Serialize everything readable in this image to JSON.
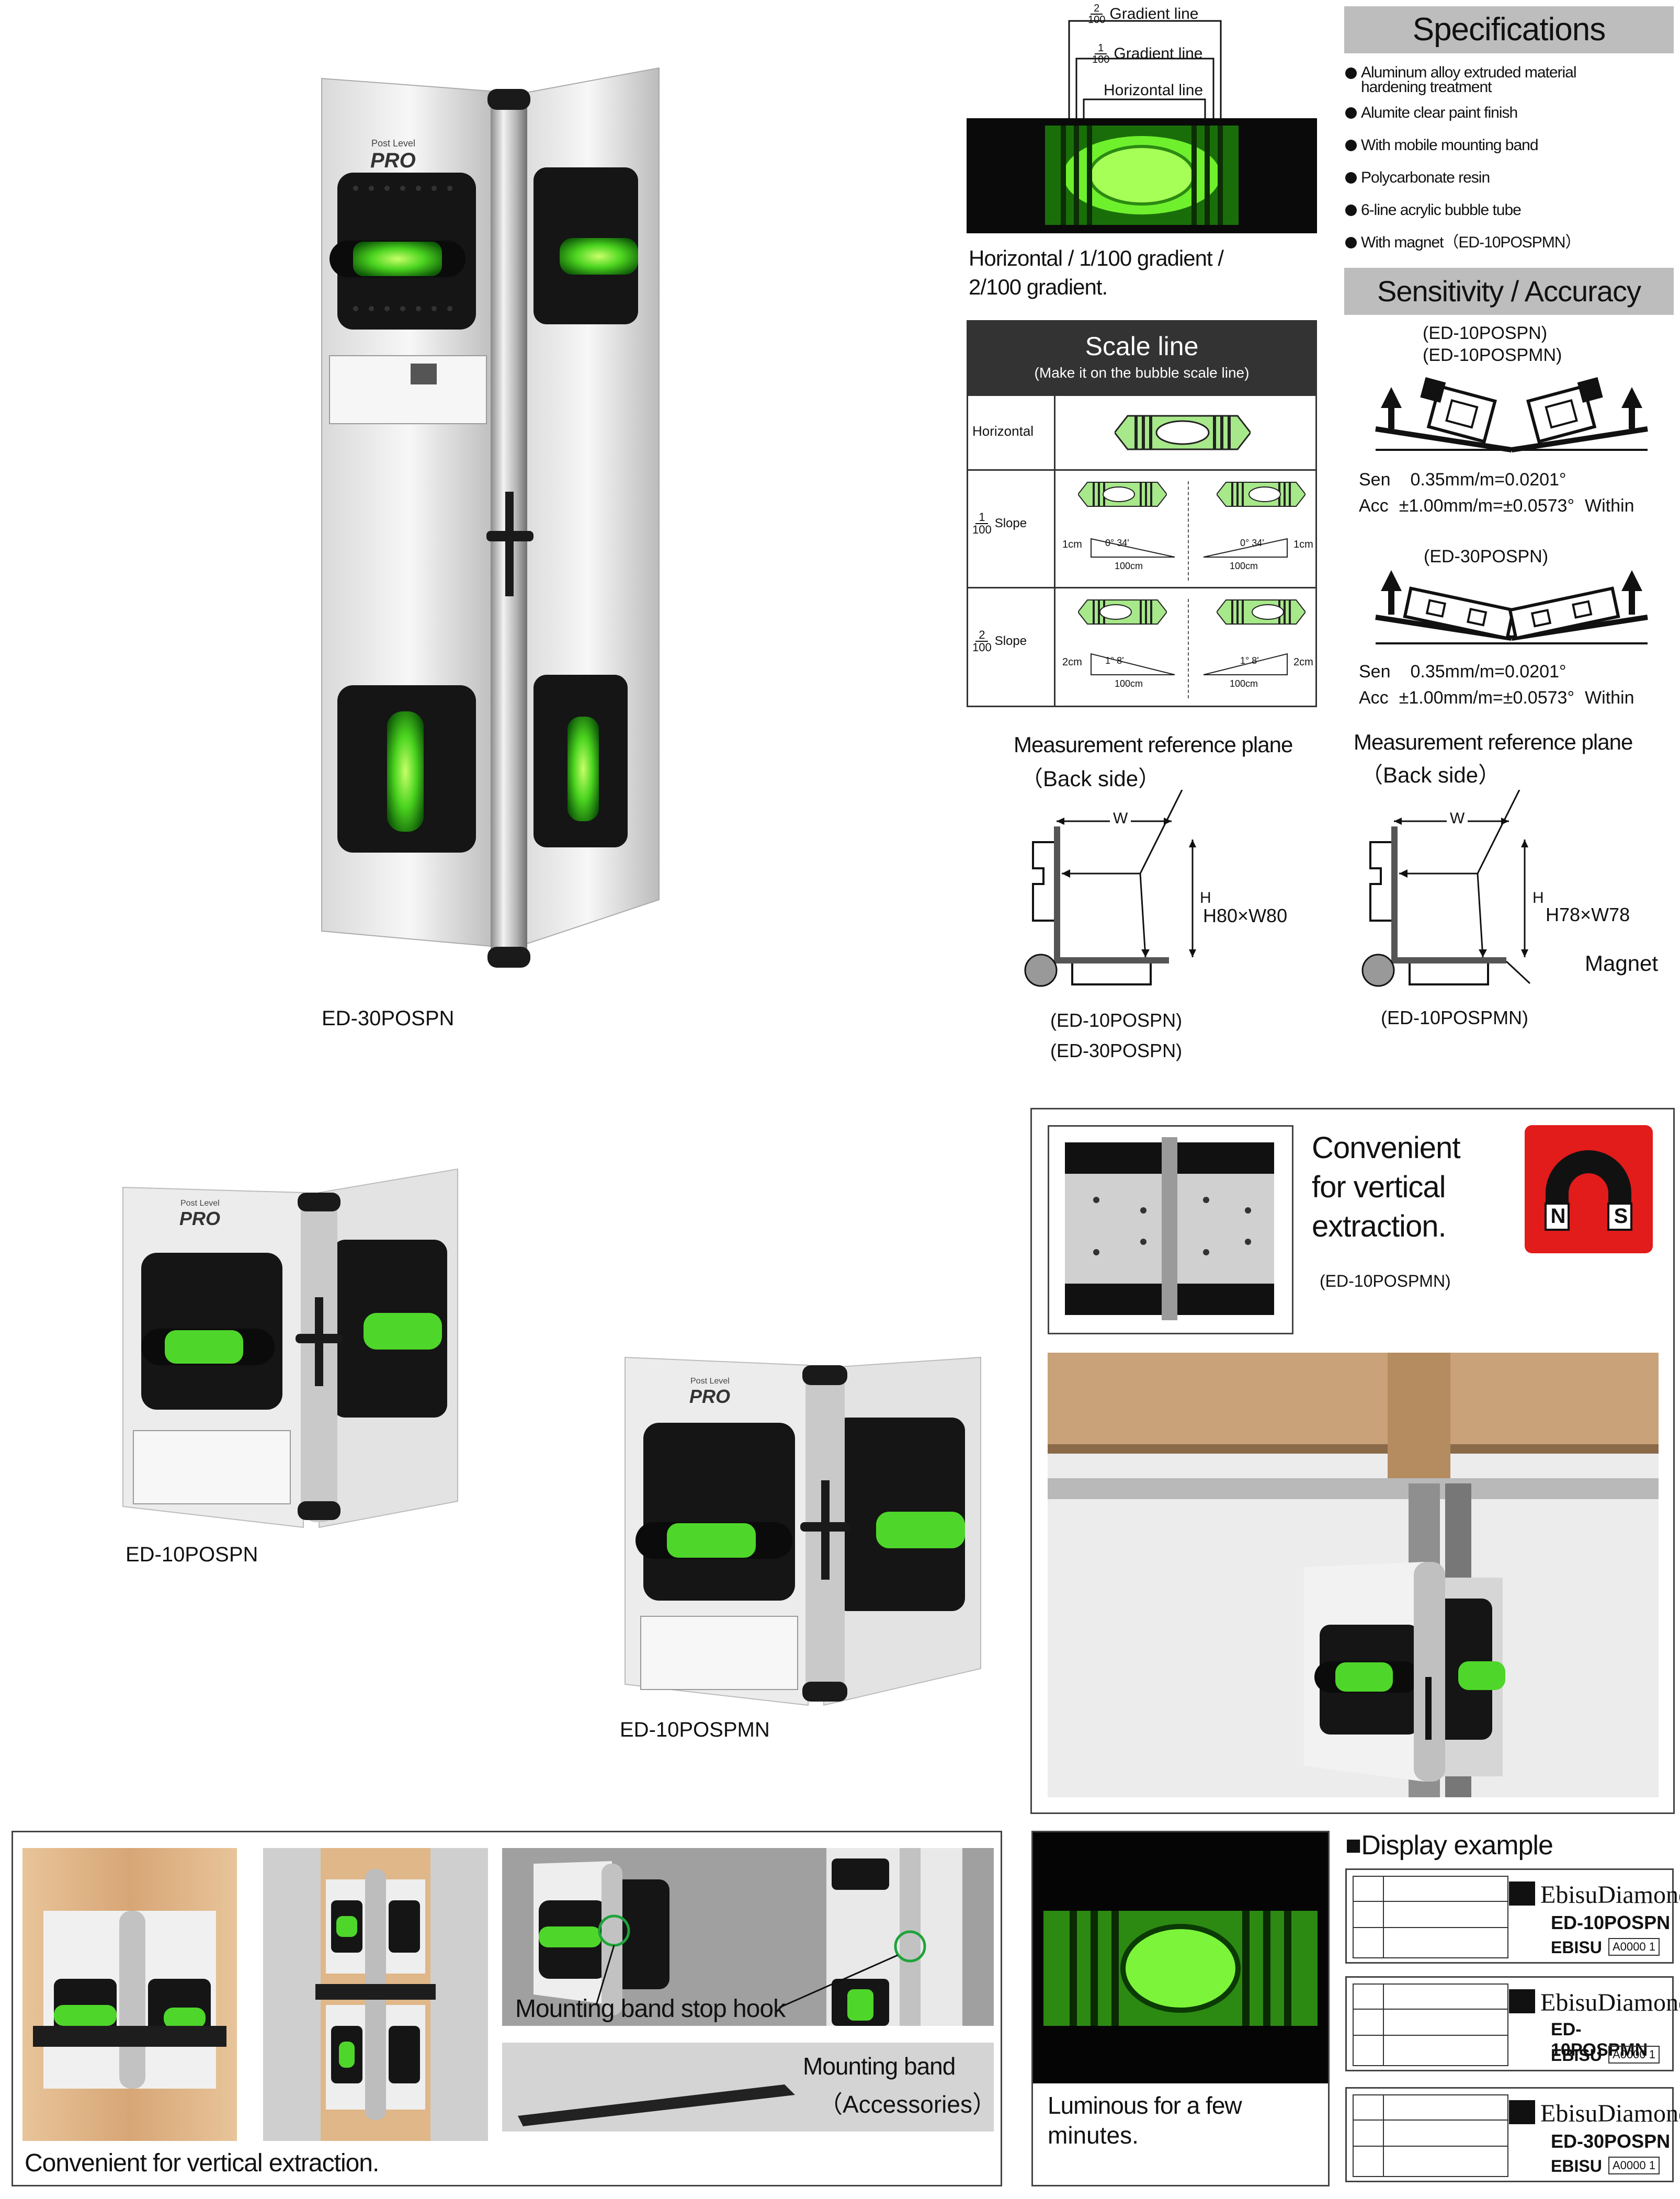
{
  "products": {
    "main_label": "ED-30POSPN",
    "mid_left_label": "ED-10POSPN",
    "mid_right_label": "ED-10POSPMN",
    "brand_text": "Post Level",
    "brand_pro": "PRO"
  },
  "vial_diagram": {
    "gradient2_frac_num": "2",
    "gradient2_frac_den": "100",
    "gradient2_label": "Gradient line",
    "gradient1_frac_num": "1",
    "gradient1_frac_den": "100",
    "gradient1_label": "Gradient line",
    "horizontal_label": "Horizontal line",
    "caption_line1": "Horizontal / 1/100 gradient /",
    "caption_line2": "2/100 gradient."
  },
  "scale_table": {
    "title": "Scale line",
    "subtitle": "(Make it on the bubble scale line)",
    "rows": [
      {
        "label": "Horizontal"
      },
      {
        "frac_num": "1",
        "frac_den": "100",
        "label": "Slope",
        "rise_left": "1cm",
        "rise_right": "1cm",
        "angle": "0°  34'",
        "base": "100cm"
      },
      {
        "frac_num": "2",
        "frac_den": "100",
        "label": "Slope",
        "rise_left": "2cm",
        "rise_right": "2cm",
        "angle": "1°  8'",
        "base": "100cm"
      }
    ]
  },
  "specifications": {
    "title": "Specifications",
    "items": [
      "Aluminum alloy extruded material hardening treatment",
      "Alumite clear paint finish",
      "With mobile mounting band",
      "Polycarbonate resin",
      "6-line acrylic bubble tube",
      "With magnet（ED-10POSPMN）"
    ]
  },
  "sensitivity": {
    "title": "Sensitivity / Accuracy",
    "group1_models": [
      "(ED-10POSPN)",
      "(ED-10POSPMN)"
    ],
    "group2_models": [
      "(ED-30POSPN)"
    ],
    "sen_label": "Sen",
    "sen_value": "0.35mm/m=0.0201°",
    "acc_label": "Acc",
    "acc_value": "±1.00mm/m=±0.0573°",
    "within": "Within"
  },
  "reference": {
    "left_title_1": "Measurement reference plane",
    "left_title_2": "（Back side）",
    "right_title_1": "Measurement reference plane",
    "right_title_2": "（Back side）",
    "w_label": "W",
    "h_label": "H",
    "left_dim": "H80×W80",
    "right_dim": "H78×W78",
    "magnet": "Magnet",
    "left_models": [
      "(ED-10POSPN)",
      "(ED-30POSPN)"
    ],
    "right_models": [
      "(ED-10POSPMN)"
    ]
  },
  "magnet_box": {
    "text_line1": "Convenient",
    "text_line2": "for vertical",
    "text_line3": "extraction.",
    "model": "(ED-10POSPMN)",
    "n": "N",
    "s": "S"
  },
  "bottom_left": {
    "caption": "Convenient for vertical extraction.",
    "stop_hook": "Mounting band stop hook",
    "band_1": "Mounting band",
    "band_2": "（Accessories）"
  },
  "luminous": {
    "caption_1": "Luminous for a few",
    "caption_2": "minutes."
  },
  "display_example": {
    "title": "■Display example",
    "labels": [
      {
        "brand": "EbisuDiamond",
        "model": "ED-10POSPN",
        "maker": "EBISU",
        "code": "A0000 1"
      },
      {
        "brand": "EbisuDiamond",
        "model": "ED-10POSPMN",
        "maker": "EBISU",
        "code": "A0000 1"
      },
      {
        "brand": "EbisuDiamond",
        "model": "ED-30POSPN",
        "maker": "EBISU",
        "code": "A0000 1"
      }
    ]
  },
  "colors": {
    "vial_green": "#5fe02a",
    "magnet_red": "#e21b1b",
    "heading_gray": "#bdbdbd",
    "table_header": "#333333"
  }
}
